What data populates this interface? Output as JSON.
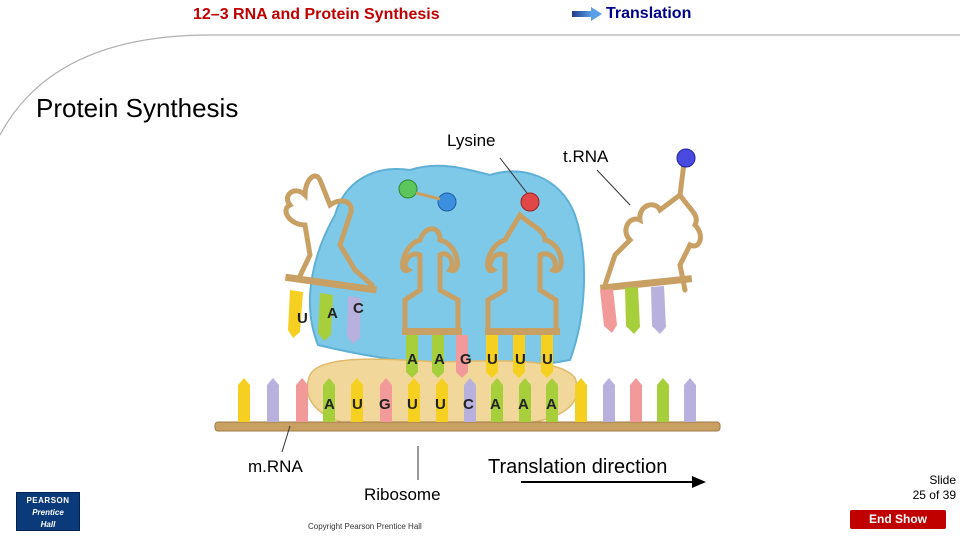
{
  "header": {
    "chapter_title": "12–3 RNA and Protein Synthesis",
    "section_link": "Translation"
  },
  "slide": {
    "heading": "Protein Synthesis"
  },
  "diagram": {
    "labels": {
      "lysine": "Lysine",
      "trna": "t.RNA",
      "mrna": "m.RNA",
      "ribosome": "Ribosome",
      "direction": "Translation direction"
    },
    "left_trna_anticodon": [
      "U",
      "A",
      "C"
    ],
    "anticodon_row": [
      "A",
      "A",
      "G",
      "U",
      "U",
      "U"
    ],
    "codon_row": [
      "A",
      "U",
      "G",
      "U",
      "U",
      "C",
      "A",
      "A",
      "A"
    ]
  },
  "footer": {
    "copyright": "Copyright Pearson Prentice Hall",
    "slide_label": "Slide",
    "slide_number": "25 of 39",
    "end_show": "End Show",
    "logo_brand": "PEARSON",
    "logo_line1": "Prentice",
    "logo_line2": "Hall"
  },
  "colors": {
    "title_red": "#c00000",
    "link_blue": "#00008b",
    "end_show_bg": "#c00000",
    "ribosome_large": "#7ec8e8",
    "ribosome_small": "#f2d79a",
    "backbone": "#c8a064",
    "base_A": "#a7cf3b",
    "base_U": "#f5d020",
    "base_G": "#f29a9a",
    "base_C": "#b8b0dd"
  }
}
